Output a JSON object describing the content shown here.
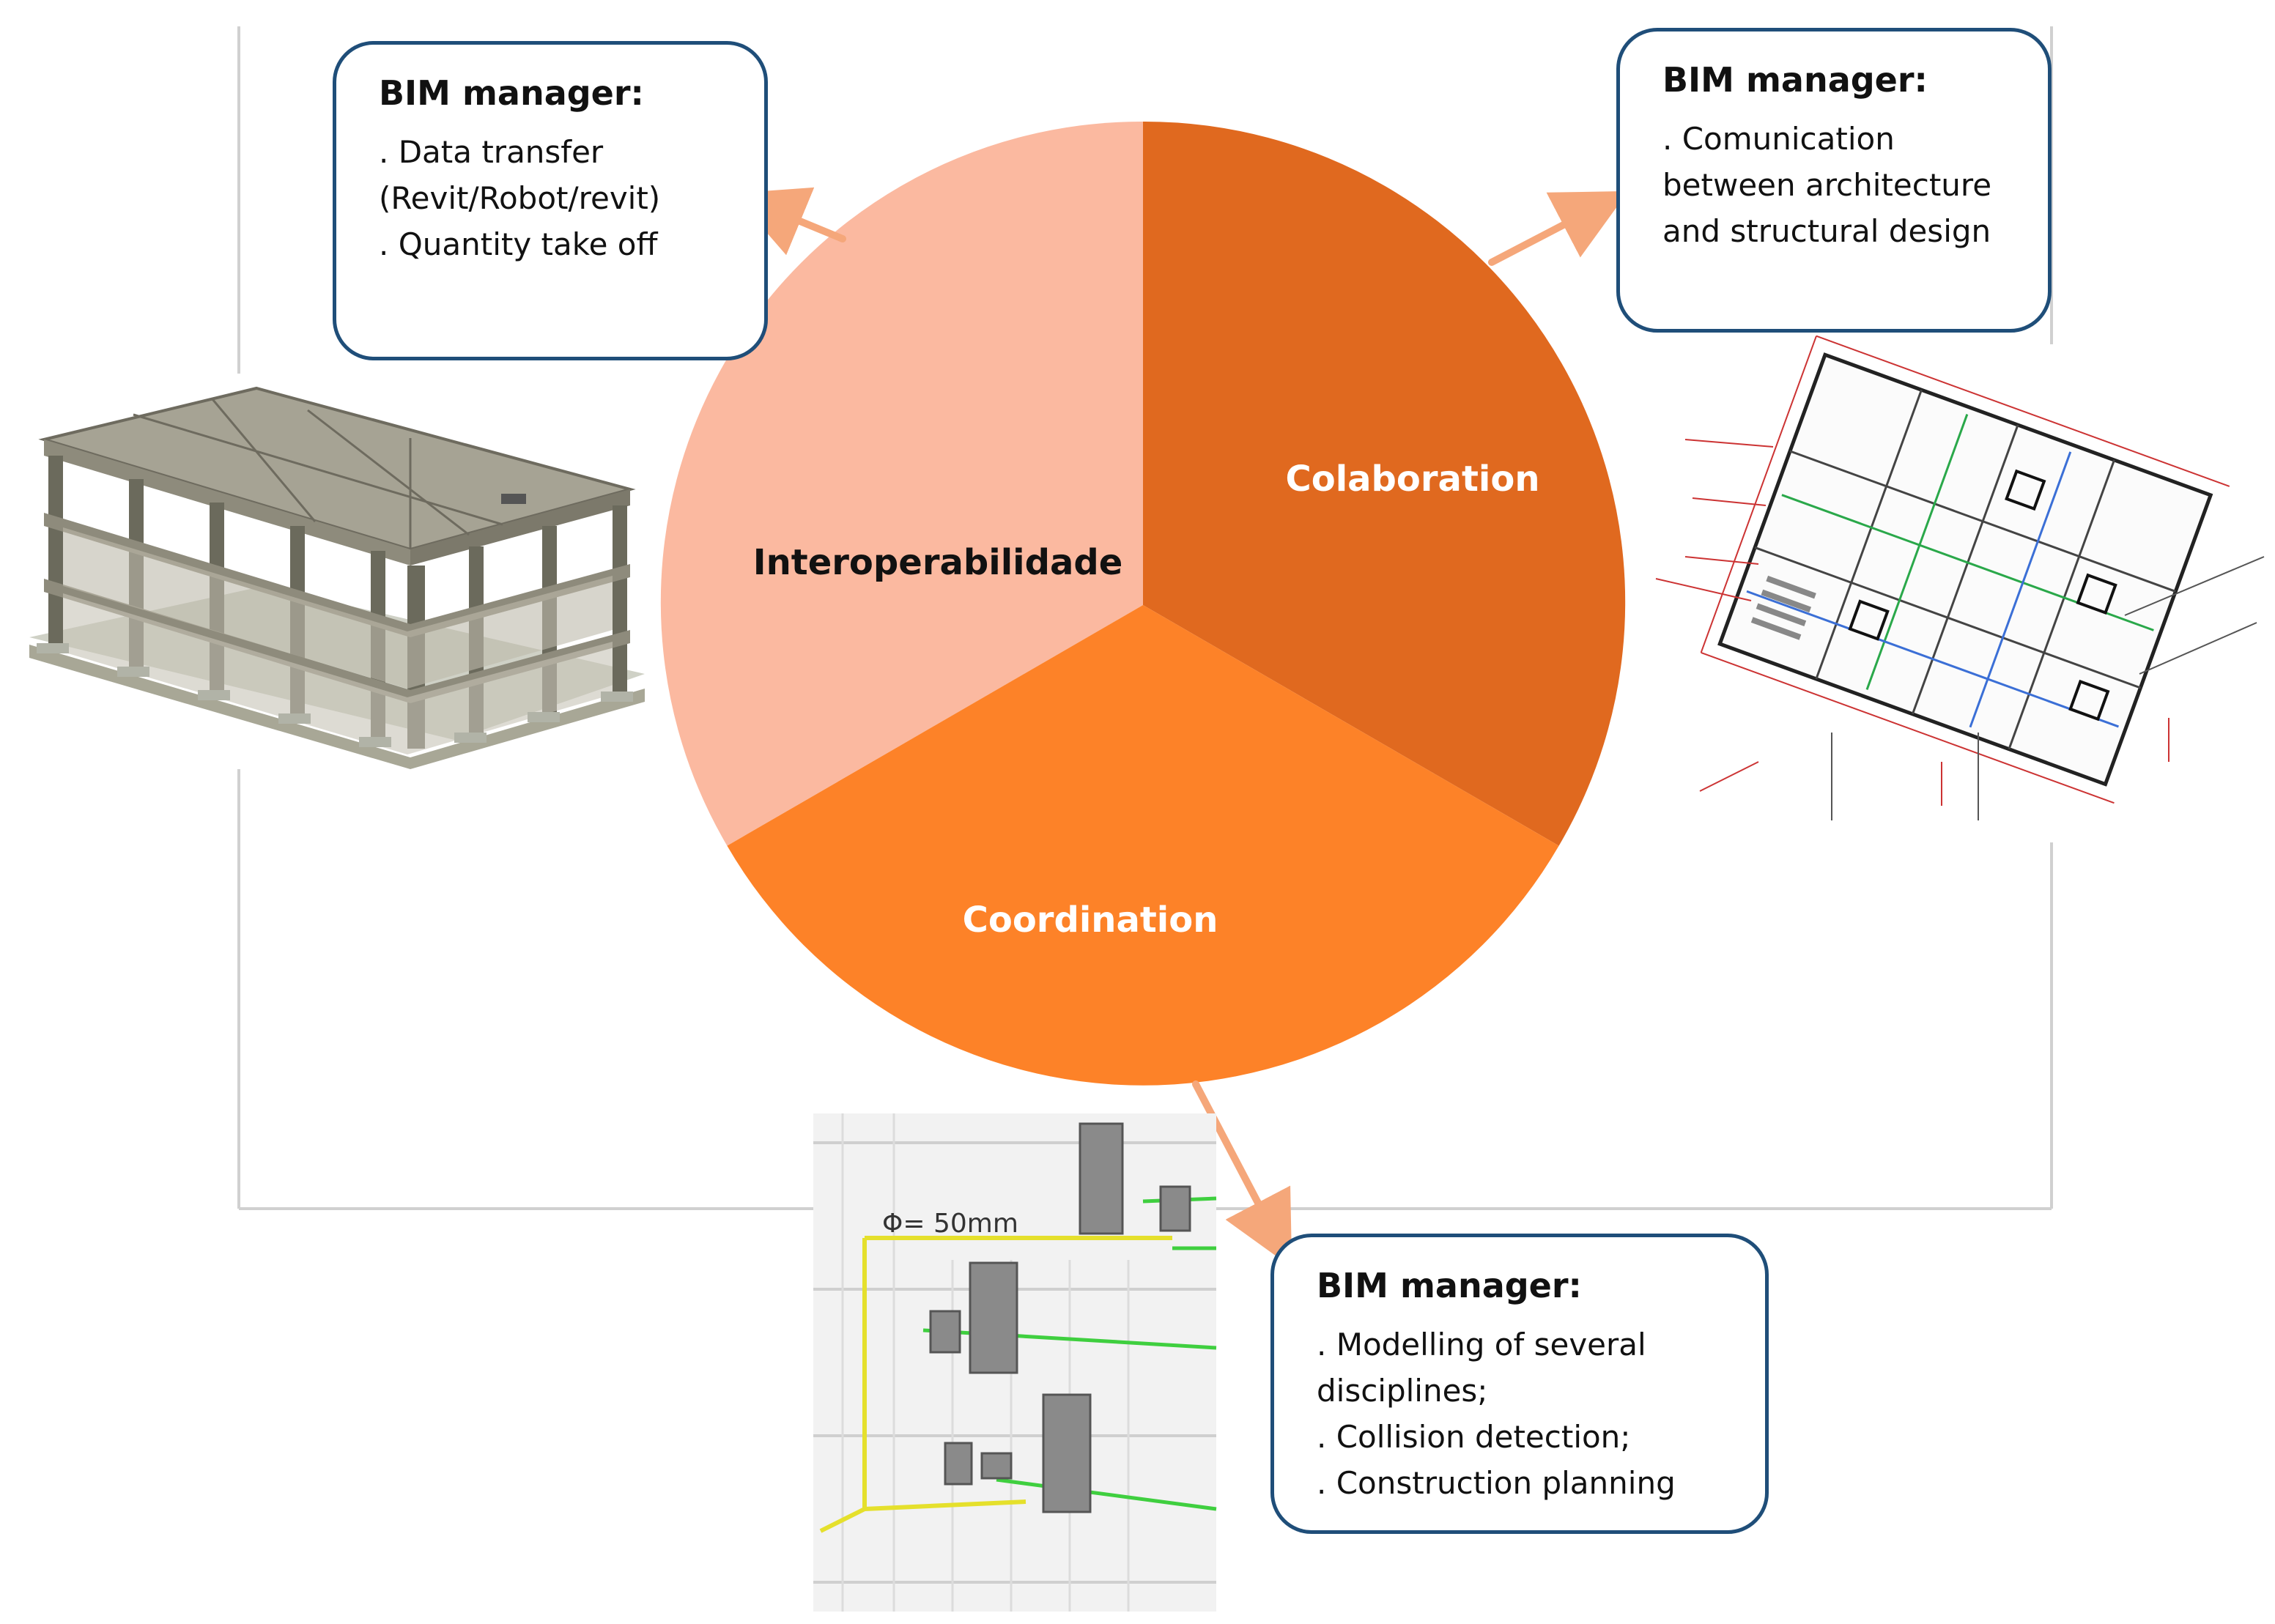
{
  "diagram": {
    "sectors": [
      {
        "id": "interop",
        "label": "Interoperabilidade",
        "color": "#fbb9a0",
        "label_color": "#111111"
      },
      {
        "id": "collab",
        "label": "Colaboration",
        "color": "#e0691f",
        "label_color": "#ffffff"
      },
      {
        "id": "coord",
        "label": "Coordination",
        "color": "#fd8228",
        "label_color": "#ffffff"
      }
    ],
    "arrow_color": "#f5a77a",
    "frame_color": "#d0d0d0",
    "callout_border_color": "#1f4e79"
  },
  "callouts": {
    "left": {
      "title": "BIM manager:",
      "items": [
        ". Data transfer\n(Revit/Robot/revit)",
        ". Quantity take off"
      ]
    },
    "right": {
      "title": "BIM manager:",
      "items": [
        ". Comunication\nbetween architecture\nand structural design"
      ]
    },
    "bottom": {
      "title": "BIM manager:",
      "items": [
        ". Modelling of several\ndisciplines;",
        ". Collision detection;",
        ". Construction planning"
      ]
    }
  },
  "illustrations": {
    "left": {
      "icon": "structural-frame-3d-icon"
    },
    "right": {
      "icon": "architectural-floor-plan-icon"
    },
    "bottom": {
      "icon": "plumbing-model-icon",
      "annotation": "Φ= 50mm"
    }
  }
}
